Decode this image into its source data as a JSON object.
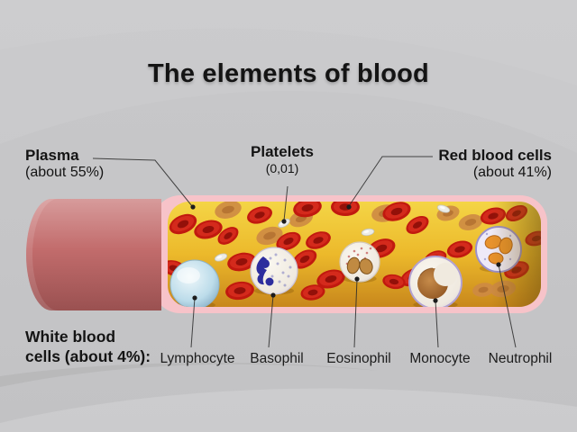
{
  "title": "The elements of blood",
  "component_labels": {
    "plasma": {
      "name": "Plasma",
      "amount": "(about 55%)"
    },
    "platelets": {
      "name": "Platelets",
      "amount": "(0,01)"
    },
    "red_blood_cells": {
      "name": "Red blood cells",
      "amount": "(about 41%)"
    },
    "white_blood_cells": {
      "name_line1": "White blood",
      "name_line2": "cells (about 4%):"
    }
  },
  "white_cell_types": [
    {
      "label": "Lymphocyte"
    },
    {
      "label": "Basophil"
    },
    {
      "label": "Eosinophil"
    },
    {
      "label": "Monocyte"
    },
    {
      "label": "Neutrophil"
    }
  ],
  "colors": {
    "background": "#c6c6c8",
    "title_text": "#141414",
    "vessel_wall": "#c06a6a",
    "vessel_rim_pink": "#f7c3c9",
    "plasma_yellow": "#ecb92b",
    "red_cell": "#d42a1c",
    "red_cell_core": "#8c0d08",
    "background_cell_orange": "#cd8a44",
    "platelet": "#ecece6",
    "lymphocyte_body": "#bcdcea",
    "basophil_nucleus": "#2d2d9e",
    "eosinophil_granule": "#c08a42",
    "monocyte_nucleus": "#a8662c",
    "neutrophil_lobe": "#e8922c",
    "leader_line": "#2a2a2a"
  }
}
